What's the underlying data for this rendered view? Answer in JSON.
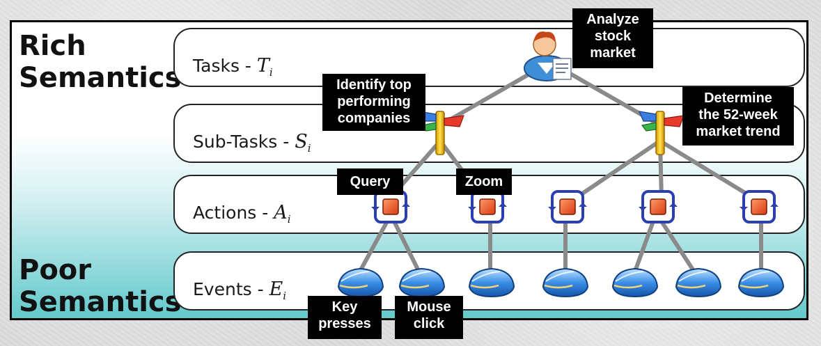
{
  "side_labels": {
    "top": [
      "Rich",
      "Semantics"
    ],
    "bottom": [
      "Poor",
      "Semantics"
    ]
  },
  "layers": [
    {
      "name": "Tasks - ",
      "var": "T",
      "sub": "i"
    },
    {
      "name": "Sub-Tasks - ",
      "var": "S",
      "sub": "i"
    },
    {
      "name": "Actions - ",
      "var": "A",
      "sub": "i"
    },
    {
      "name": "Events - ",
      "var": "E",
      "sub": "i"
    }
  ],
  "callouts": {
    "task": [
      "Analyze",
      "stock",
      "market"
    ],
    "subtask_left": [
      "Identify top",
      "performing",
      "companies"
    ],
    "subtask_right": [
      "Determine",
      "the 52-week",
      "market trend"
    ],
    "action_query": [
      "Query"
    ],
    "action_zoom": [
      "Zoom"
    ],
    "event_key": [
      "Key",
      "presses"
    ],
    "event_mouse": [
      "Mouse",
      "click"
    ]
  },
  "icons": {
    "task": "person-document-icon",
    "subtask": "signpost-icon",
    "action": "action-cycle-icon",
    "event": "mouse-icon"
  },
  "colors": {
    "gradient_bottom": "#62c9cb",
    "connector": "#8a8a8a",
    "callout_bg": "#000000"
  }
}
